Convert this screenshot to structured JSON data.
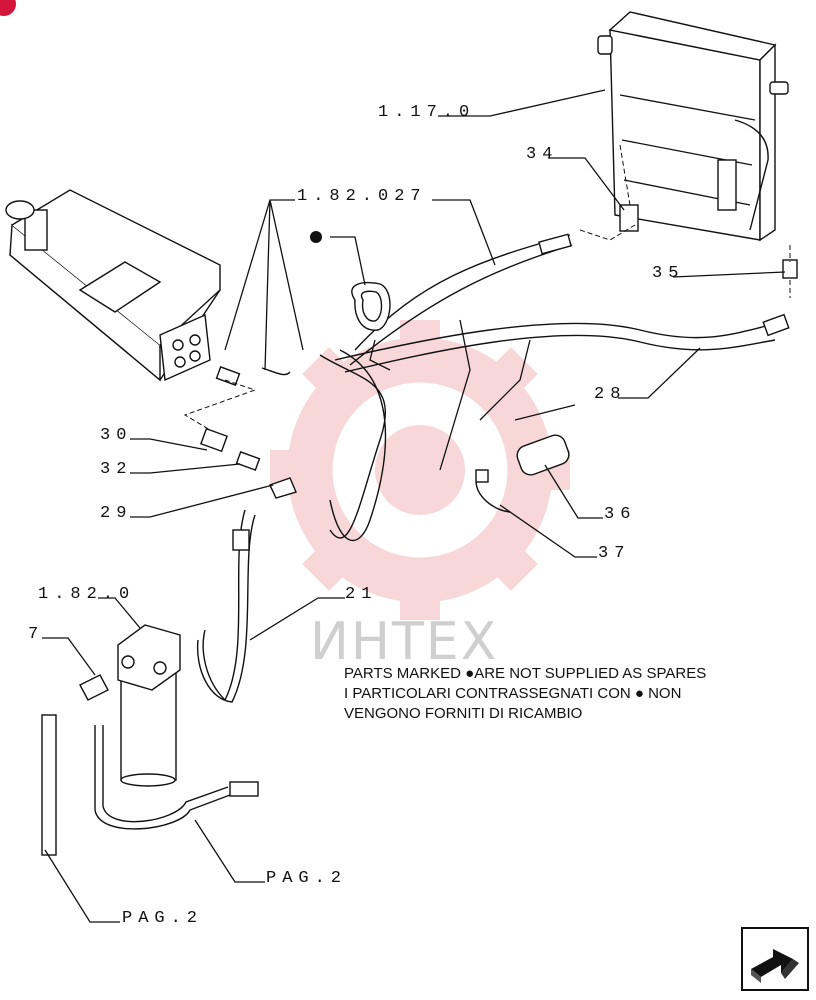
{
  "callouts": {
    "radiator": "1.17.0",
    "hose_set": "1.82.027",
    "filter": "1.82.0",
    "p34": "34",
    "p35": "35",
    "p28": "28",
    "p30": "30",
    "p32": "32",
    "p29": "29",
    "p36": "36",
    "p37": "37",
    "p21": "21",
    "p7": "7",
    "pag_a": "PAG.2",
    "pag_b": "PAG.2"
  },
  "notes": {
    "line1": "PARTS MARKED ●ARE NOT SUPPLIED AS SPARES",
    "line2": "I PARTICOLARI CONTRASSEGNATI CON ● NON",
    "line3": "VENGONO FORNITI DI RICAMBIO"
  },
  "watermark": {
    "text": "ИНТЕХ",
    "color": "#f2b8b8"
  },
  "icons": {
    "nav": "next-page-arrow-icon",
    "badge": "brand-badge-icon",
    "marker": "bullet-marker-icon"
  },
  "colors": {
    "line": "#111111",
    "watermark": "#f2b8b8",
    "badge": "#d4163c"
  }
}
